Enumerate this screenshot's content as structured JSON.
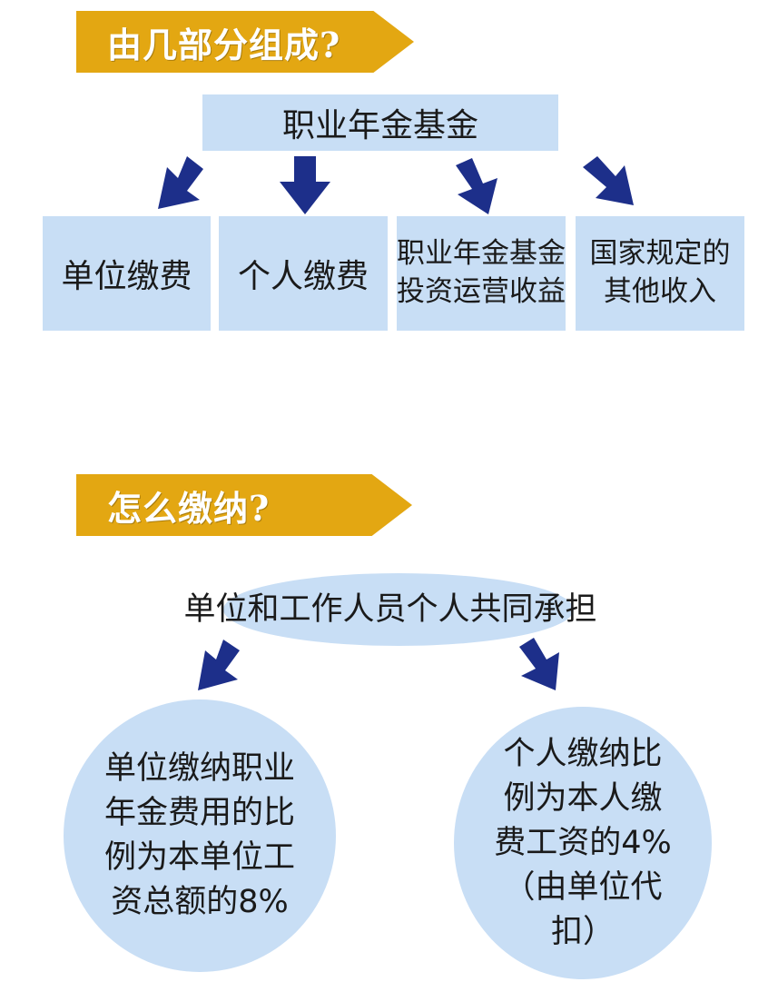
{
  "section1": {
    "title": "由几部分组成?",
    "root": "职业年金基金",
    "children": [
      "单位缴费",
      "个人缴费",
      "职业年金基金\n投资运营收益",
      "国家规定的\n其他收入"
    ]
  },
  "section2": {
    "title": "怎么缴纳?",
    "shared": "单位和工作人员个人共同承担",
    "left": "单位缴纳职业\n年金费用的比\n例为本单位工\n资总额的8%",
    "right": "个人缴纳比\n例为本人缴\n费工资的4%\n（由单位代\n扣）"
  },
  "colors": {
    "banner": "#e3a712",
    "box": "#c8def5",
    "arrow": "#1d2f8a"
  }
}
